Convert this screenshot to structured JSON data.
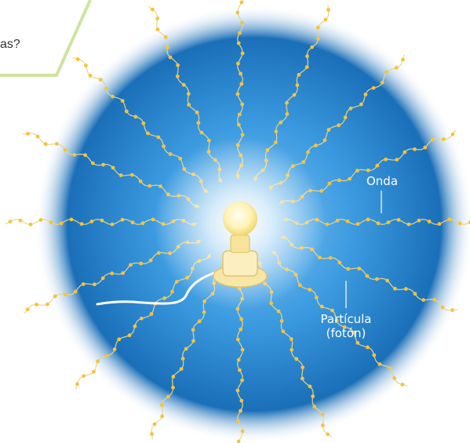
{
  "question": {
    "visible_text": "as?"
  },
  "labels": {
    "wave": "Onda",
    "particle_line1": "Partícula",
    "particle_line2": "(fotón)"
  },
  "colors": {
    "sphere_outer": "#1a6fb8",
    "sphere_mid": "#3c9be0",
    "glow": "#ffffff",
    "photon": "#f7c23c",
    "wave": "#e8d58a",
    "callout_border": "#cfe3a1"
  },
  "icons": {
    "bulb": "light-bulb-icon",
    "cord": "power-cord"
  },
  "rays": {
    "count": 16
  }
}
